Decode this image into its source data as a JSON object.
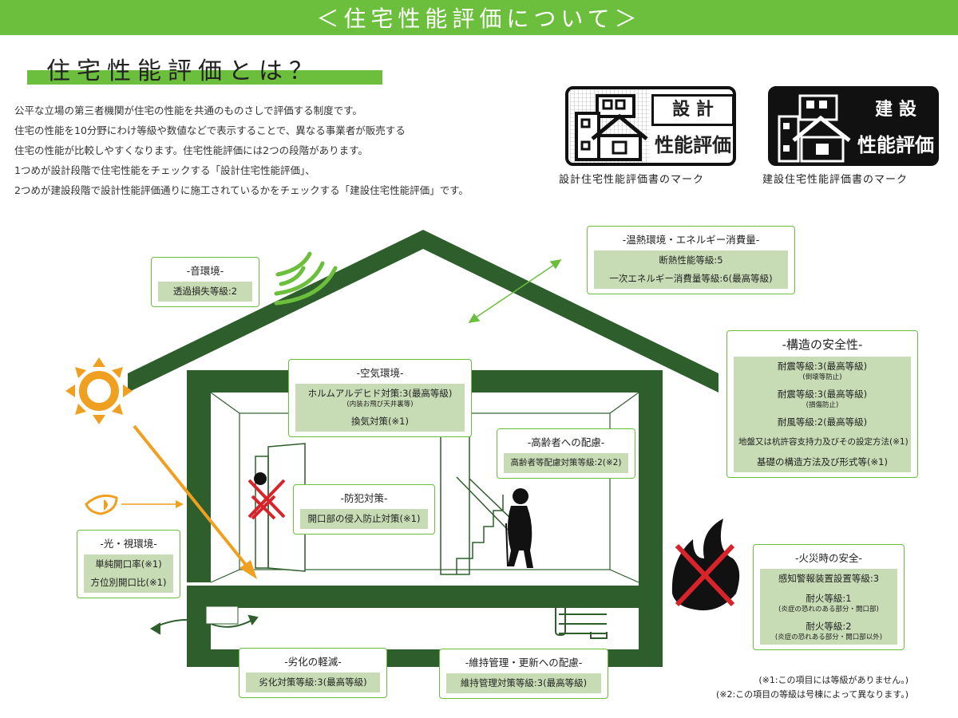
{
  "banner": "＜住宅性能評価について＞",
  "section_title": "住宅性能評価とは？",
  "intro": [
    "公平な立場の第三者機関が住宅の性能を共通のものさしで評価する制度です。",
    "住宅の性能を10分野にわけ等級や数値などで表示することで、異なる事業者が販売する",
    "住宅の性能が比較しやすくなります。住宅性能評価には2つの段階があります。",
    "1つめが設計段階で住宅性能をチェックする「設計住宅性能評価」、",
    "2つめが建設段階で設計性能評価通りに施工されているかをチェックする「建設住宅性能評価」です。"
  ],
  "marks": {
    "design": {
      "label_top": "設 計",
      "label_main": "性能評価",
      "caption": "設計住宅性能評価書のマーク"
    },
    "construction": {
      "label_top": "建 設",
      "label_main": "性能評価",
      "caption": "建設住宅性能評価書のマーク"
    }
  },
  "boxes": {
    "sound": {
      "title": "-音環境-",
      "rows": [
        "透過損失等級:2"
      ]
    },
    "thermal": {
      "title": "-温熱環境・エネルギー消費量-",
      "rows": [
        "断熱性能等級:5",
        "一次エネルギー消費量等級:6(最高等級)"
      ]
    },
    "air": {
      "title": "-空気環境-",
      "row1": "ホルムアルデヒド対策:3(最高等級)",
      "row1_sub": "(内装お飛び天井裏等)",
      "row2": "換気対策(※1)"
    },
    "structure": {
      "title": "-構造の安全性-",
      "r1": "耐震等級:3(最高等級)",
      "r1_sub": "(倒壊等防止)",
      "r2": "耐震等級:3(最高等級)",
      "r2_sub": "(損傷防止)",
      "r3": "耐風等級:2(最高等級)",
      "r4": "地盤又は杭許容支持力及びその設定方法(※1)",
      "r5": "基礎の構造方法及び形式等(※1)"
    },
    "elderly": {
      "title": "-高齢者への配慮-",
      "rows": [
        "高齢者等配慮対策等級:2(※2)"
      ]
    },
    "crime": {
      "title": "-防犯対策-",
      "rows": [
        "開口部の侵入防止対策(※1)"
      ]
    },
    "light": {
      "title": "-光・視環境-",
      "rows": [
        "単純開口率(※1)",
        "方位別開口比(※1)"
      ]
    },
    "fire": {
      "title": "-火災時の安全-",
      "r1": "感知警報装置設置等級:3",
      "r2": "耐火等級:1",
      "r2_sub": "(炎症の恐れのある部分・開口部)",
      "r3": "耐火等級:2",
      "r3_sub": "(炎症の恐れある部分・開口部以外)"
    },
    "deterioration": {
      "title": "-劣化の軽減-",
      "rows": [
        "劣化対策等級:3(最高等級)"
      ]
    },
    "maintenance": {
      "title": "-維持管理・更新への配慮-",
      "rows": [
        "維持管理対策等級:3(最高等級)"
      ]
    }
  },
  "notes": [
    "(※1:この項目には等級がありません。)",
    "(※2:この項目の等級は号棟によって異なります。)"
  ],
  "colors": {
    "green": "#6cbf3c",
    "dark_green": "#2e5e2c",
    "light_green": "#c7dcb4",
    "orange": "#f0a020",
    "red": "#d8232a"
  }
}
